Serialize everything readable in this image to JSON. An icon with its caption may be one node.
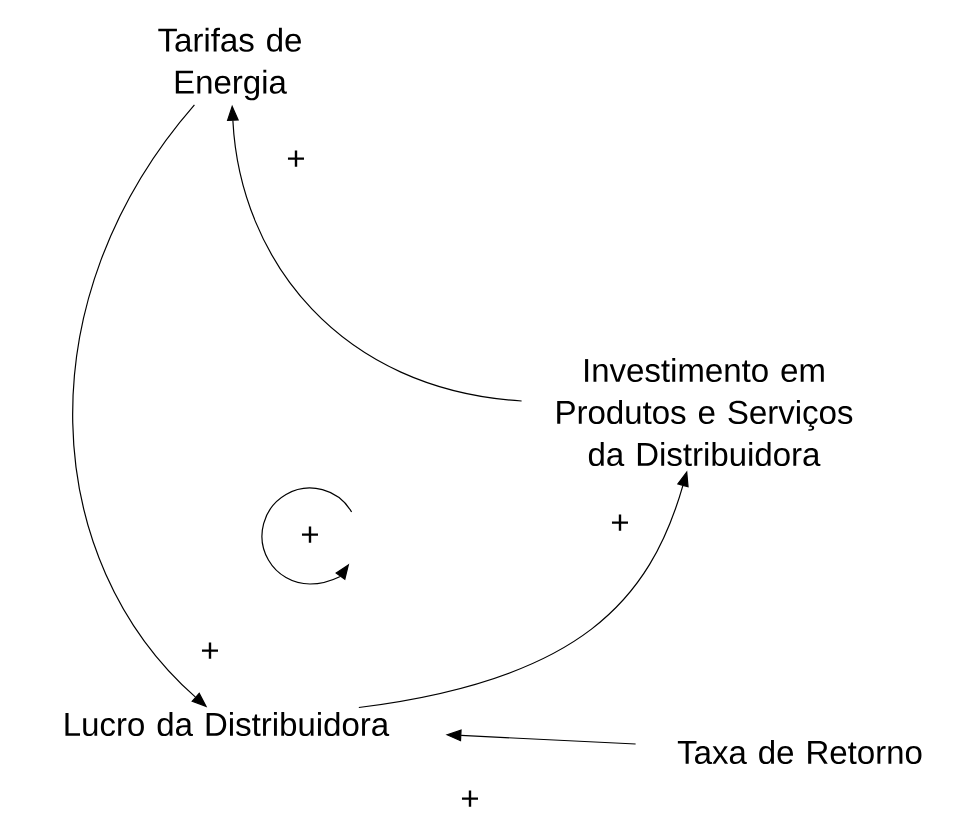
{
  "diagram": {
    "nodes": [
      {
        "text": [
          "Tarifas de Energia"
        ]
      },
      {
        "text": [
          "Investimento em Produtos e Serviços da Distribuidora"
        ]
      },
      {
        "text": [
          "Lucro da Distribuidora"
        ]
      },
      {
        "text": [
          "Taxa de Retorno"
        ]
      }
    ],
    "edges": [
      {
        "from": 0,
        "to": 2,
        "arrow": "to",
        "label": "+"
      },
      {
        "from": 1,
        "to": 0,
        "arrow": "to",
        "label": "+"
      },
      {
        "from": 2,
        "to": 1,
        "arrow": "to",
        "label": "+"
      },
      {
        "from": 3,
        "to": 2,
        "arrow": "to",
        "label": "+"
      }
    ],
    "labels": [
      "+"
    ]
  }
}
